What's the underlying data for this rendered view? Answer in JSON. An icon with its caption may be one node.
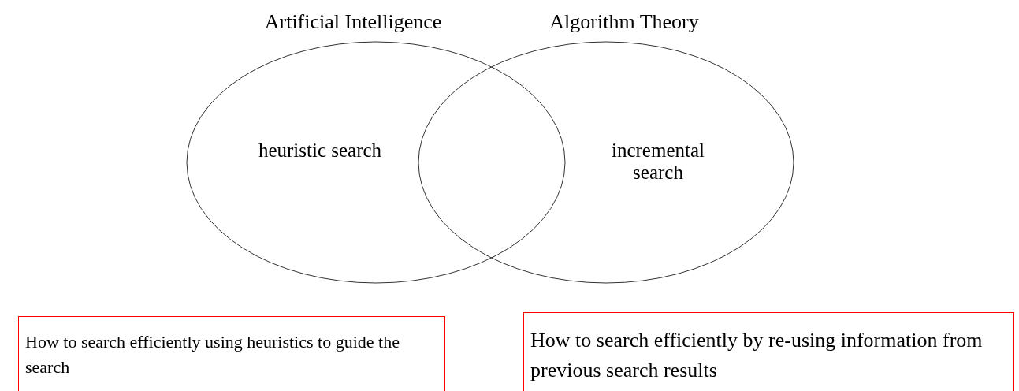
{
  "diagram": {
    "nodes": [
      {
        "text": [
          "Artificial Intelligence",
          "heuristic search"
        ]
      },
      {
        "text": [
          "Algorithm Theory",
          "incremental search"
        ]
      },
      {
        "text": [
          "How to search efficiently using heuristics to guide the search"
        ]
      },
      {
        "text": [
          "How to search efficiently by re-using information from previous search results"
        ]
      }
    ]
  }
}
